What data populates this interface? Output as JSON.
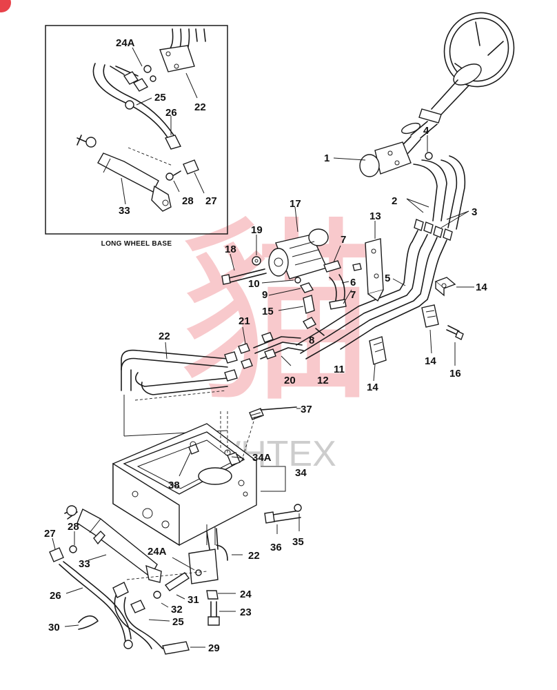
{
  "inset": {
    "caption": "LONG WHEEL BASE",
    "callouts": [
      "24A",
      "22",
      "25",
      "26",
      "27",
      "28",
      "33"
    ]
  },
  "watermark": {
    "glyph": "貓",
    "text": "WHTEX",
    "color": "#e8424a"
  },
  "callouts": [
    "1",
    "2",
    "3",
    "4",
    "5",
    "6",
    "7",
    "7",
    "8",
    "9",
    "10",
    "11",
    "12",
    "13",
    "14",
    "14",
    "14",
    "15",
    "16",
    "17",
    "18",
    "19",
    "20",
    "21",
    "22",
    "22",
    "23",
    "24",
    "24A",
    "25",
    "26",
    "27",
    "28",
    "29",
    "30",
    "31",
    "32",
    "33",
    "34",
    "34A",
    "35",
    "36",
    "37",
    "38"
  ]
}
